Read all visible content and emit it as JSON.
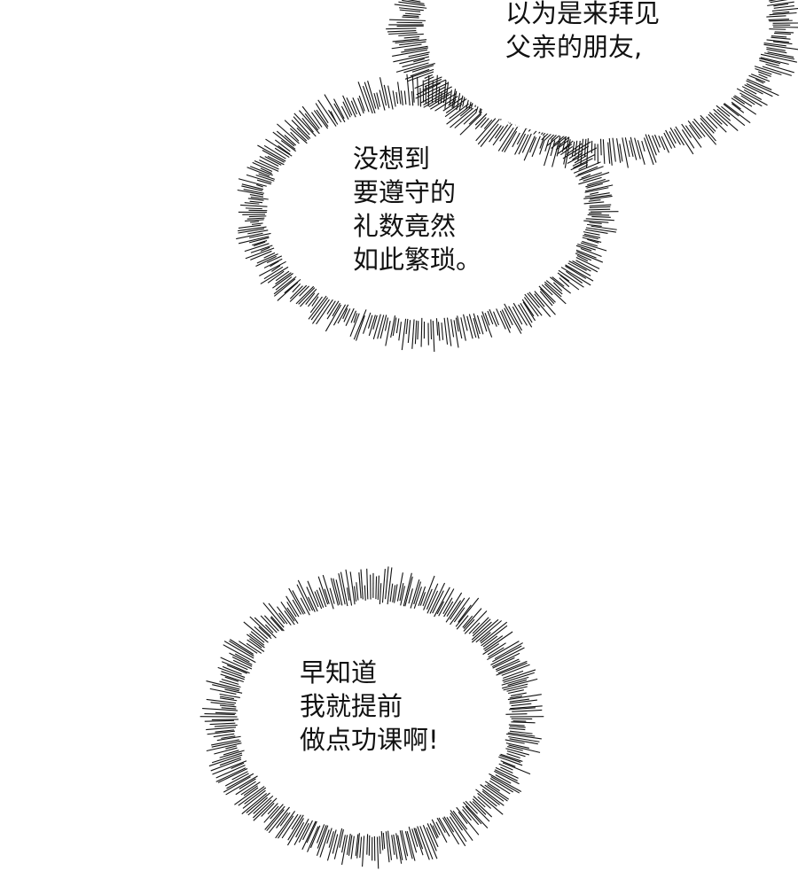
{
  "bubbles": [
    {
      "lines": [
        "以为是来拜见",
        "父亲的朋友,"
      ]
    },
    {
      "lines": [
        "没想到",
        "要遵守的",
        "礼数竟然",
        "如此繁琐。"
      ]
    },
    {
      "lines": [
        "早知道",
        "我就提前",
        "做点功课啊!"
      ]
    }
  ],
  "colors": {
    "background": "#ffffff",
    "ink": "#111111"
  }
}
